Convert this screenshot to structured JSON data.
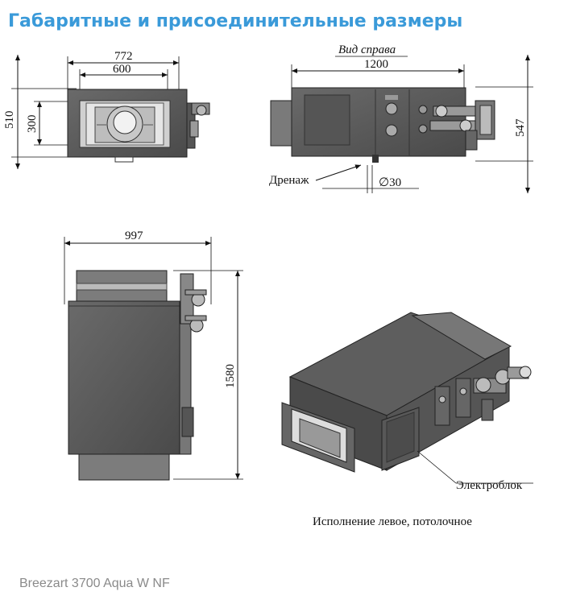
{
  "title": "Габаритные и присоединительные размеры",
  "footer": "Breezart 3700 Aqua W NF",
  "top_view": {
    "dim_width_outer": "772",
    "dim_width_inner": "600",
    "dim_height_outer": "510",
    "dim_height_inner": "300"
  },
  "right_view": {
    "caption": "Вид справа",
    "dim_length": "1200",
    "dim_height": "547",
    "drain_label": "Дренаж",
    "drain_diameter": "∅30"
  },
  "front_view": {
    "dim_length": "997",
    "dim_height": "1580"
  },
  "iso_view": {
    "electro_label": "Электроблок",
    "caption": "Исполнение левое, потолочное"
  }
}
